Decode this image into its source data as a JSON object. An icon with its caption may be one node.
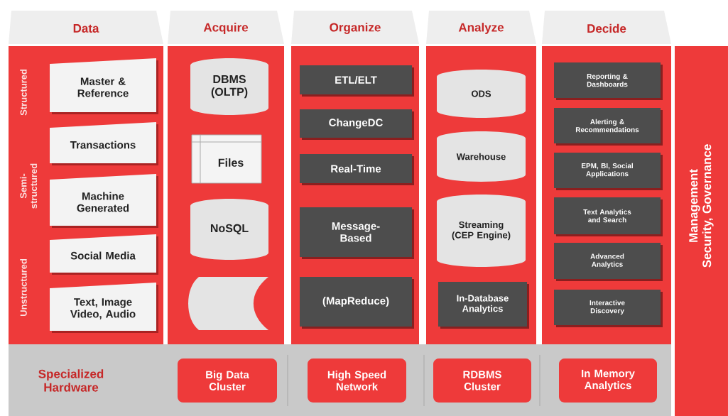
{
  "diagram": {
    "nodes": [
      {
        "text": [
          "Data"
        ]
      },
      {
        "text": [
          "Master & Reference"
        ],
        "in": 0
      },
      {
        "text": [
          "Transactions"
        ],
        "in": 0
      },
      {
        "text": [
          "Machine Generated"
        ],
        "in": 0
      },
      {
        "text": [
          "Social Media"
        ],
        "in": 0
      },
      {
        "text": [
          "Text, Image Video, Audio"
        ],
        "in": 0
      },
      {
        "text": [
          "Acquire"
        ]
      },
      {
        "text": [
          "DBMS (OLTP)"
        ],
        "in": 6
      },
      {
        "text": [
          "Files"
        ],
        "in": 6
      },
      {
        "text": [
          "NoSQL"
        ],
        "in": 6
      },
      {
        "text": [],
        "shape": "box",
        "in": 6
      },
      {
        "text": [
          "Organize"
        ]
      },
      {
        "text": [
          "ETL/ELT"
        ],
        "in": 11
      },
      {
        "text": [
          "ChangeDC"
        ],
        "in": 11
      },
      {
        "text": [
          "Real-Time"
        ],
        "in": 11
      },
      {
        "text": [
          "Message-Based"
        ],
        "in": 11
      },
      {
        "text": [
          "(MapReduce)"
        ],
        "in": 11
      },
      {
        "text": [
          "Analyze"
        ]
      },
      {
        "text": [
          "ODS"
        ],
        "in": 17
      },
      {
        "text": [
          "Warehouse"
        ],
        "in": 17
      },
      {
        "text": [
          "Streaming (CEP Engine)"
        ],
        "in": 17
      },
      {
        "text": [
          "In-Database Analytics"
        ],
        "in": 17
      },
      {
        "text": [
          "Decide"
        ]
      },
      {
        "text": [
          "Reporting & Dashboards"
        ],
        "in": 22
      },
      {
        "text": [
          "Alerting & Recommendations"
        ],
        "in": 22
      },
      {
        "text": [
          "EPM, BI, Social Applications"
        ],
        "in": 22
      },
      {
        "text": [
          "Text Analytics and Search"
        ],
        "in": 22
      },
      {
        "text": [
          "Advanced Analytics"
        ],
        "in": 22
      },
      {
        "text": [
          "Interactive Discovery"
        ],
        "in": 22
      },
      {
        "text": [
          "Management Security, Governance"
        ]
      },
      {
        "text": [
          "Specialized Hardware"
        ]
      },
      {
        "text": [
          "Big Data Cluster"
        ],
        "in": 30
      },
      {
        "text": [
          "High Speed Network"
        ],
        "in": 30
      },
      {
        "text": [
          "RDBMS Cluster"
        ],
        "in": 30
      },
      {
        "text": [
          "In Memory Analytics"
        ],
        "in": 30
      }
    ],
    "labels": [
      "Structured",
      "Semi-structured",
      "Unstructured"
    ]
  }
}
